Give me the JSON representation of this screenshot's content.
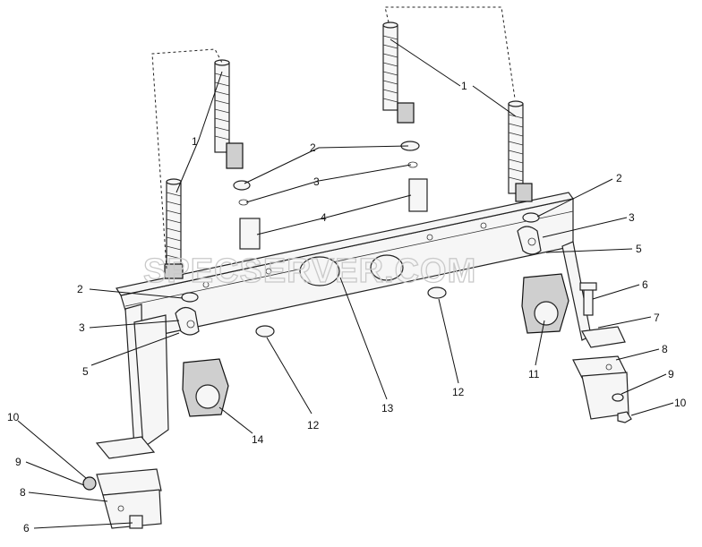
{
  "watermark": "SPECSERVER.COM",
  "callouts": [
    {
      "id": "c1a",
      "text": "1"
    },
    {
      "id": "c1b",
      "text": "1"
    },
    {
      "id": "c2a",
      "text": "2"
    },
    {
      "id": "c3a",
      "text": "3"
    },
    {
      "id": "c4",
      "text": "4"
    },
    {
      "id": "c2b",
      "text": "2"
    },
    {
      "id": "c3b",
      "text": "3"
    },
    {
      "id": "c5a",
      "text": "5"
    },
    {
      "id": "c6a",
      "text": "6"
    },
    {
      "id": "c7",
      "text": "7"
    },
    {
      "id": "c8a",
      "text": "8"
    },
    {
      "id": "c9a",
      "text": "9"
    },
    {
      "id": "c10a",
      "text": "10"
    },
    {
      "id": "c11",
      "text": "11"
    },
    {
      "id": "c12a",
      "text": "12"
    },
    {
      "id": "c13",
      "text": "13"
    },
    {
      "id": "c12b",
      "text": "12"
    },
    {
      "id": "c14",
      "text": "14"
    },
    {
      "id": "c2c",
      "text": "2"
    },
    {
      "id": "c3c",
      "text": "3"
    },
    {
      "id": "c5b",
      "text": "5"
    },
    {
      "id": "c10b",
      "text": "10"
    },
    {
      "id": "c9b",
      "text": "9"
    },
    {
      "id": "c8b",
      "text": "8"
    },
    {
      "id": "c6b",
      "text": "6"
    }
  ]
}
